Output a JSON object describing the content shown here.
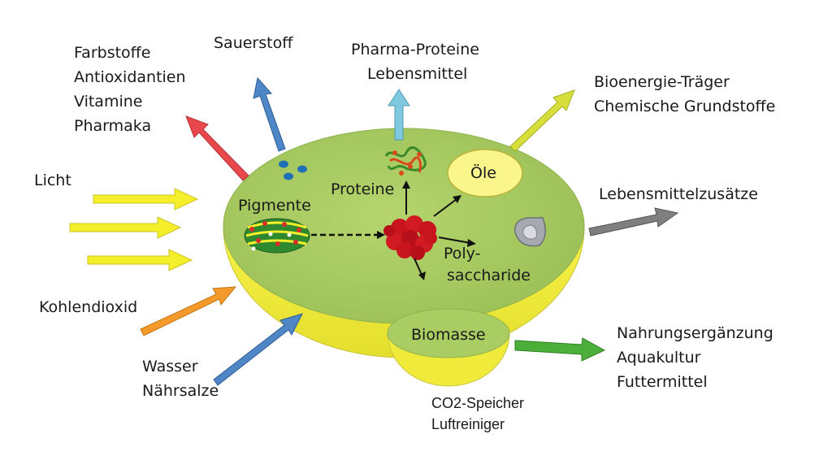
{
  "labels": {
    "farbstoffe": "Farbstoffe",
    "antioxidantien": "Antioxidantien",
    "vitamine": "Vitamine",
    "pharmaka": "Pharmaka",
    "sauerstoff": "Sauerstoff",
    "pharma_proteine": "Pharma-Proteine",
    "lebensmittel": "Lebensmittel",
    "bioenergie": "Bioenergie-Träger",
    "chemische": "Chemische Grundstoffe",
    "licht": "Licht",
    "lebensmittelzusaetze": "Lebensmittelzusätze",
    "kohlendioxid": "Kohlendioxid",
    "wasser": "Wasser",
    "naehrsalze": "Nährsalze",
    "nahrungsergaenzung": "Nahrungsergänzung",
    "aquakultur": "Aquakultur",
    "futtermittel": "Futtermittel",
    "co2_speicher": "CO2-Speicher",
    "luftreiniger": "Luftreiniger"
  },
  "inner_labels": {
    "pigmente": "Pigmente",
    "proteine": "Proteine",
    "oele": "Öle",
    "poly": "Poly-",
    "saccharide": "saccharide",
    "biomasse": "Biomasse"
  },
  "colors": {
    "cell_top": "#a9cc63",
    "cell_body": "#f2ee3c",
    "arrow_yellow": "#f4ef2a",
    "arrow_red": "#e8474b",
    "arrow_blue": "#4f86c6",
    "arrow_cyan": "#7fc9e0",
    "arrow_lime": "#d6df3a",
    "arrow_gray": "#7f7f7f",
    "arrow_orange": "#f39a2b",
    "arrow_green": "#4caf3a"
  }
}
